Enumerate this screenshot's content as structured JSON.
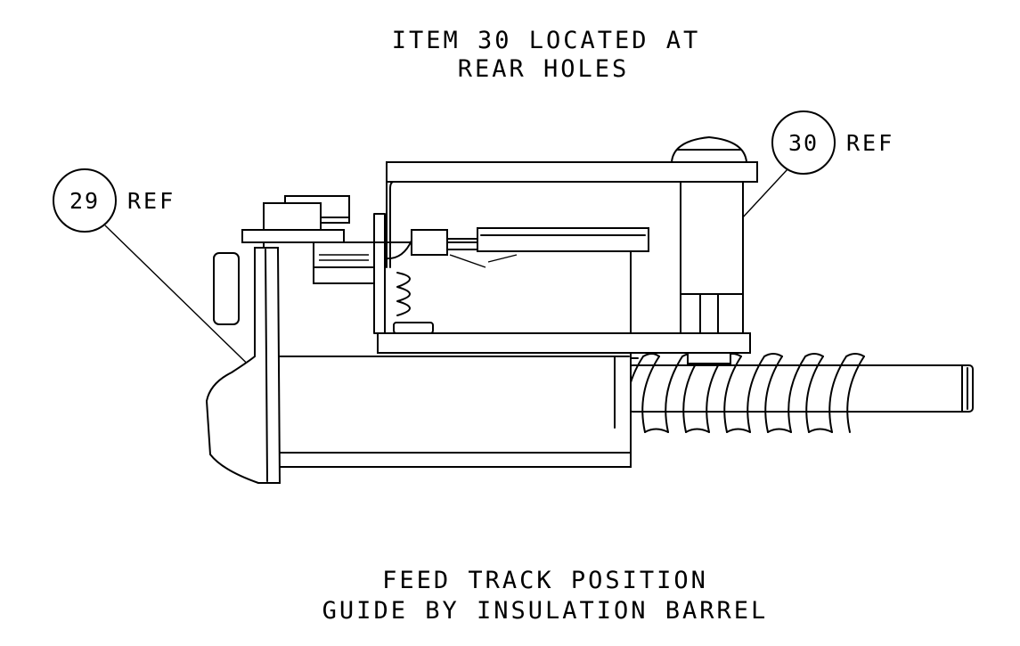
{
  "notes": {
    "top_line1": "ITEM 30 LOCATED AT",
    "top_line2": "REAR HOLES",
    "bottom_line1": "FEED TRACK POSITION",
    "bottom_line2": "GUIDE BY INSULATION BARREL"
  },
  "callouts": [
    {
      "number": "29",
      "label": "REF"
    },
    {
      "number": "30",
      "label": "REF"
    }
  ]
}
